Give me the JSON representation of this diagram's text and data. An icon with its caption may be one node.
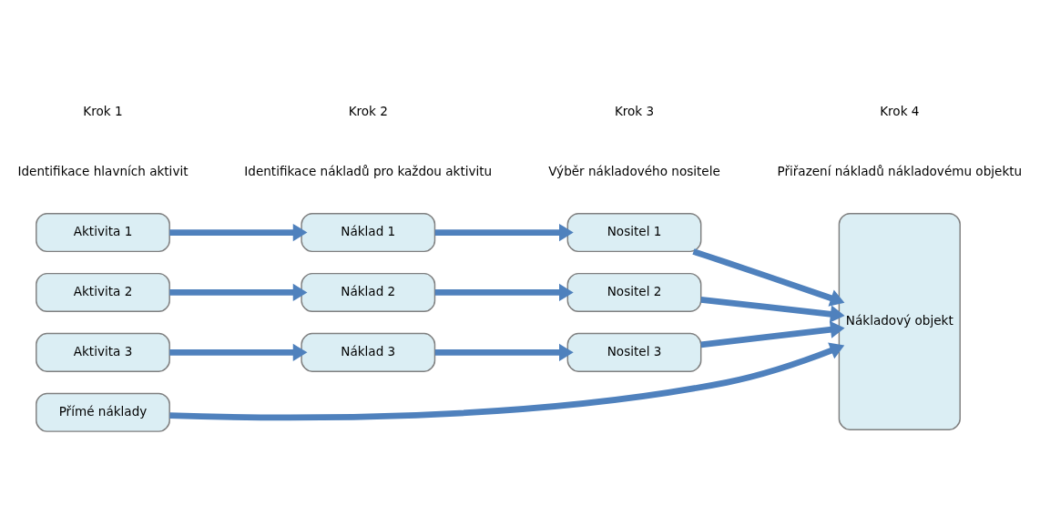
{
  "diagram": {
    "nodes": [
      {
        "text": [
          "Aktivita 1"
        ]
      },
      {
        "text": [
          "Aktivita 2"
        ]
      },
      {
        "text": [
          "Aktivita 3"
        ]
      },
      {
        "text": [
          "Náklad 1"
        ]
      },
      {
        "text": [
          "Náklad 2"
        ]
      },
      {
        "text": [
          "Náklad 3"
        ]
      },
      {
        "text": [
          "Nositel 1"
        ]
      },
      {
        "text": [
          "Nositel 2"
        ]
      },
      {
        "text": [
          "Nositel 3"
        ]
      },
      {
        "text": [
          "Nákladový objekt"
        ]
      },
      {
        "text": [
          "Přímé náklady"
        ]
      }
    ],
    "edges": [
      {
        "from": 0,
        "to": 3,
        "arrow": "to"
      },
      {
        "from": 1,
        "to": 4,
        "arrow": "to"
      },
      {
        "from": 2,
        "to": 5,
        "arrow": "to"
      },
      {
        "from": 3,
        "to": 6,
        "arrow": "to"
      },
      {
        "from": 4,
        "to": 7,
        "arrow": "to"
      },
      {
        "from": 5,
        "to": 8,
        "arrow": "to"
      },
      {
        "from": 6,
        "to": 9,
        "arrow": "to"
      },
      {
        "from": 7,
        "to": 9,
        "arrow": "to"
      },
      {
        "from": 8,
        "to": 9,
        "arrow": "to"
      },
      {
        "from": 10,
        "to": 9,
        "arrow": "to"
      }
    ],
    "labels": [
      "Krok 1",
      "Krok 2",
      "Krok 3",
      "Krok 4",
      "Identifikace hlavních aktivit",
      "Identifikace nákladů pro každou aktivitu",
      "Výběr nákladového nositele",
      "Přiřazení nákladů nákladovému objektu"
    ]
  }
}
